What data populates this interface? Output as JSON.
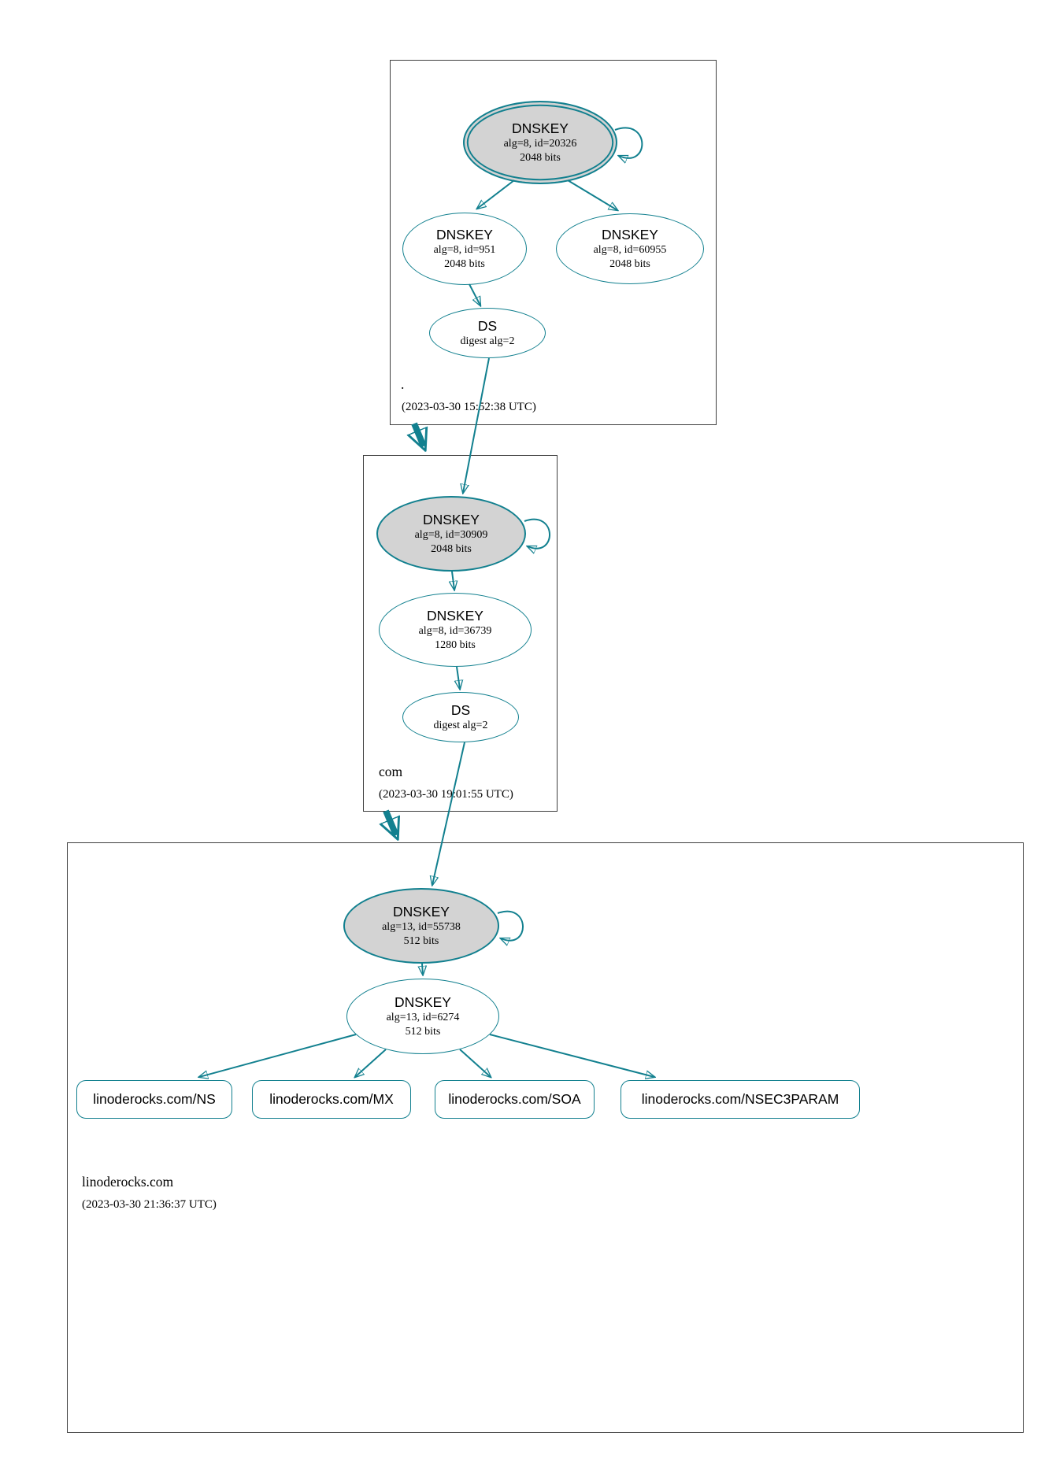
{
  "colors": {
    "secure_teal": "#12808f",
    "sep_key_fill": "#d3d3d3",
    "zone_border": "#3f3f3f",
    "background": "#ffffff"
  },
  "zones": {
    "root": {
      "name": ".",
      "timestamp": "(2023-03-30 15:52:38 UTC)",
      "nodes": {
        "ksk": {
          "title": "DNSKEY",
          "detail1": "alg=8, id=20326",
          "detail2": "2048 bits"
        },
        "zsk_left": {
          "title": "DNSKEY",
          "detail1": "alg=8, id=951",
          "detail2": "2048 bits"
        },
        "zsk_right": {
          "title": "DNSKEY",
          "detail1": "alg=8, id=60955",
          "detail2": "2048 bits"
        },
        "ds": {
          "title": "DS",
          "detail1": "digest alg=2"
        }
      }
    },
    "com": {
      "name": "com",
      "timestamp": "(2023-03-30 19:01:55 UTC)",
      "nodes": {
        "ksk": {
          "title": "DNSKEY",
          "detail1": "alg=8, id=30909",
          "detail2": "2048 bits"
        },
        "zsk": {
          "title": "DNSKEY",
          "detail1": "alg=8, id=36739",
          "detail2": "1280 bits"
        },
        "ds": {
          "title": "DS",
          "detail1": "digest alg=2"
        }
      }
    },
    "linoderocks": {
      "name": "linoderocks.com",
      "timestamp": "(2023-03-30 21:36:37 UTC)",
      "nodes": {
        "ksk": {
          "title": "DNSKEY",
          "detail1": "alg=13, id=55738",
          "detail2": "512 bits"
        },
        "zsk": {
          "title": "DNSKEY",
          "detail1": "alg=13, id=6274",
          "detail2": "512 bits"
        },
        "rrset_ns": {
          "label": "linoderocks.com/NS"
        },
        "rrset_mx": {
          "label": "linoderocks.com/MX"
        },
        "rrset_soa": {
          "label": "linoderocks.com/SOA"
        },
        "rrset_nsec3param": {
          "label": "linoderocks.com/NSEC3PARAM"
        }
      }
    }
  }
}
